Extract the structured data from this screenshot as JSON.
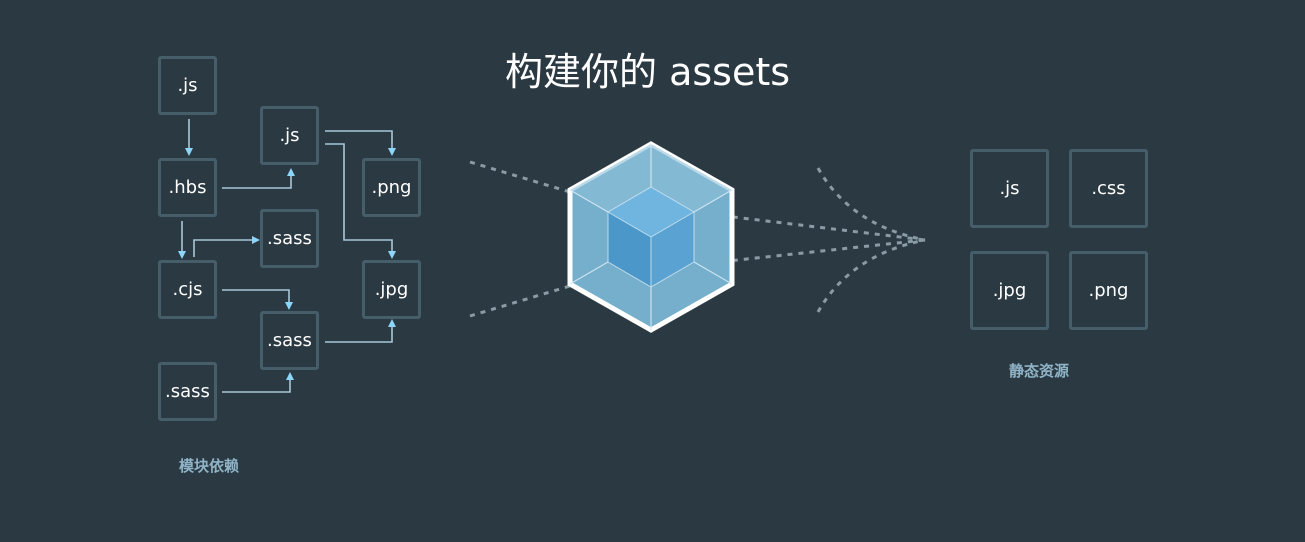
{
  "title": "构建你的 assets",
  "modules": {
    "caption": "模块依赖",
    "items": [
      ".js",
      ".hbs",
      ".cjs",
      ".sass",
      ".js",
      ".sass",
      ".sass",
      ".png",
      ".jpg"
    ]
  },
  "assets": {
    "caption": "静态资源",
    "items": [
      ".js",
      ".css",
      ".jpg",
      ".png"
    ]
  },
  "colors": {
    "background": "#2b3a42",
    "box_border": "#465e6a",
    "arrow": "#8dd6f9",
    "caption": "#8fb3c7",
    "cube_light": "#8ed6fb",
    "cube_dark": "#1c78c0",
    "dotted": "#8a9ba5"
  },
  "logo": {
    "name": "webpack-cube-logo"
  }
}
